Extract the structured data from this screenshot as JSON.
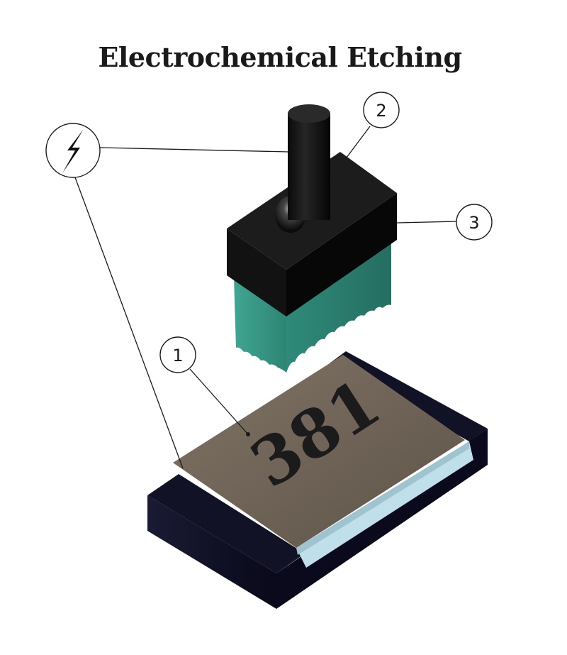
{
  "title": "Electrochemical Etching",
  "part_marking": "381",
  "callouts": [
    {
      "label": "1",
      "part": "workpiece-surface"
    },
    {
      "label": "2",
      "part": "electrode-handle"
    },
    {
      "label": "3",
      "part": "electrode-head"
    }
  ],
  "power_symbol_icon": "lightning-bolt-icon",
  "colors": {
    "workpiece_top": "#6e6154",
    "workpiece_side": "#12112a",
    "electrode_body": "#0d0d0d",
    "felt_pad": "#3fa08e",
    "contact_strip": "#bfe0ea"
  }
}
